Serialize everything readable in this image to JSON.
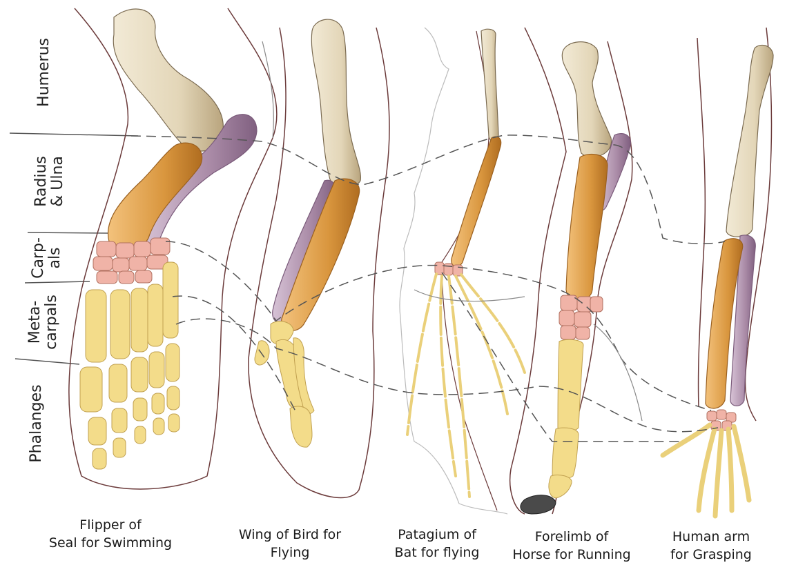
{
  "bone_labels": {
    "humerus": "Humerus",
    "radius_ulna_line1": "Radius",
    "radius_ulna_line2": "& Ulna",
    "carpals_line1": "Carp-",
    "carpals_line2": "als",
    "metacarpals_line1": "Meta-",
    "metacarpals_line2": "carpals",
    "phalanges": "Phalanges"
  },
  "limbs": [
    {
      "id": "seal",
      "caption_line1": "Flipper of",
      "caption_line2": "Seal for Swimming"
    },
    {
      "id": "bird",
      "caption_line1": "Wing of Bird for",
      "caption_line2": "Flying"
    },
    {
      "id": "bat",
      "caption_line1": "Patagium of",
      "caption_line2": "Bat for flying"
    },
    {
      "id": "horse",
      "caption_line1": "Forelimb of",
      "caption_line2": "Horse for Running"
    },
    {
      "id": "human",
      "caption_line1": "Human arm",
      "caption_line2": "for Grasping"
    }
  ],
  "colors": {
    "humerus": "#e3d6b8",
    "radius": "#d9963e",
    "ulna": "#a98aa6",
    "carpals": "#f0b3a7",
    "metacarpals_phalanges": "#f3dc8a",
    "outline": "#6b3a3a",
    "hoof": "#4a4a4a"
  }
}
